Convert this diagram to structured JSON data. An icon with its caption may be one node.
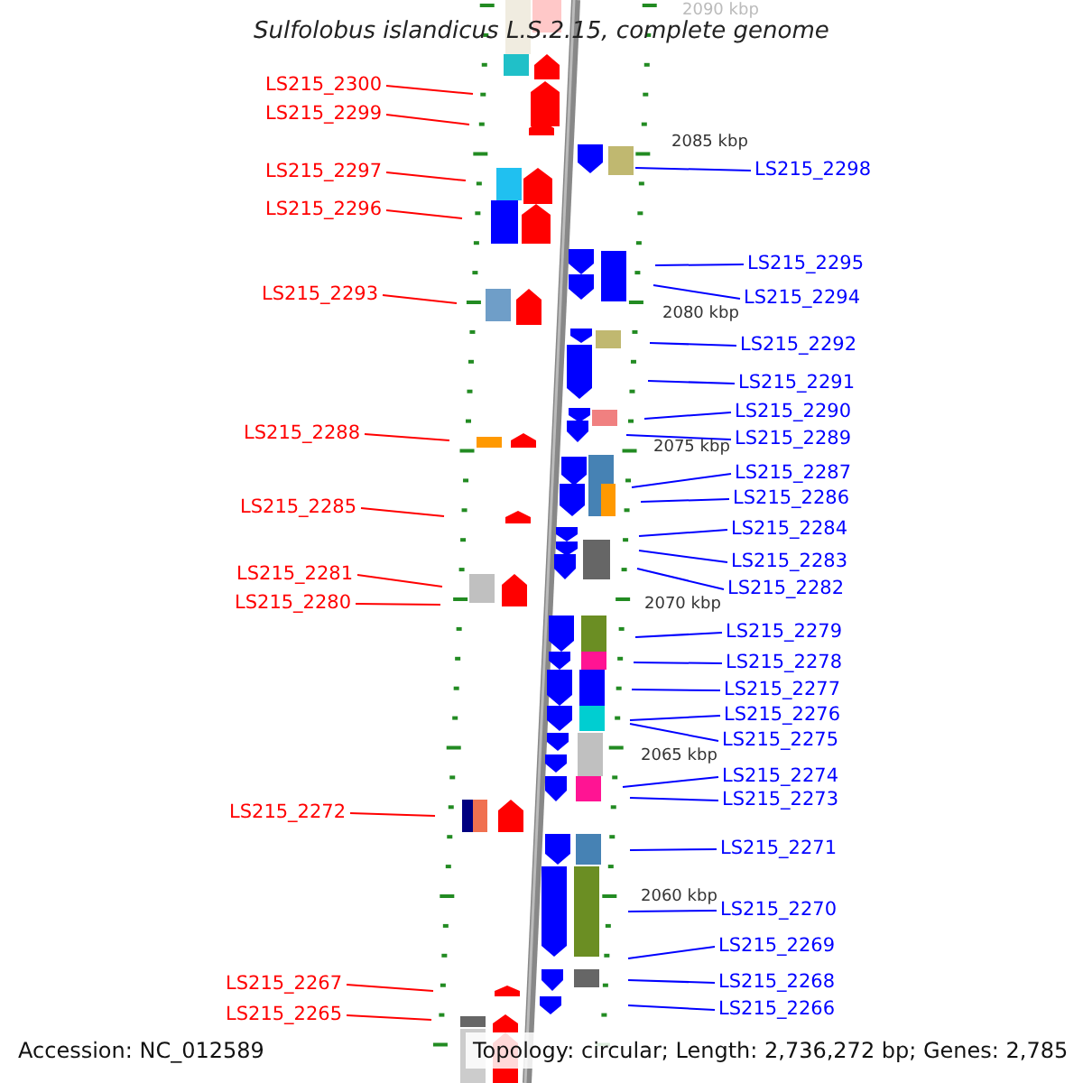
{
  "diagram": {
    "title": "Sulfolobus islandicus L.S.2.15, complete genome",
    "nodes": [
      {
        "text": [
          "LS215_2300"
        ]
      },
      {
        "text": [
          "LS215_2299"
        ]
      },
      {
        "text": [
          "LS215_2298"
        ]
      },
      {
        "text": [
          "LS215_2297"
        ]
      },
      {
        "text": [
          "LS215_2296"
        ]
      },
      {
        "text": [
          "LS215_2295"
        ]
      },
      {
        "text": [
          "LS215_2293"
        ]
      },
      {
        "text": [
          "LS215_2294"
        ]
      },
      {
        "text": [
          "LS215_2292"
        ]
      },
      {
        "text": [
          "LS215_2291"
        ]
      },
      {
        "text": [
          "LS215_2290"
        ]
      },
      {
        "text": [
          "LS215_2288"
        ]
      },
      {
        "text": [
          "LS215_2289"
        ]
      },
      {
        "text": [
          "LS215_2287"
        ]
      },
      {
        "text": [
          "LS215_2286"
        ]
      },
      {
        "text": [
          "LS215_2285"
        ]
      },
      {
        "text": [
          "LS215_2284"
        ]
      },
      {
        "text": [
          "LS215_2283"
        ]
      },
      {
        "text": [
          "LS215_2281"
        ]
      },
      {
        "text": [
          "LS215_2282"
        ]
      },
      {
        "text": [
          "LS215_2280"
        ]
      },
      {
        "text": [
          "LS215_2279"
        ]
      },
      {
        "text": [
          "LS215_2278"
        ]
      },
      {
        "text": [
          "LS215_2277"
        ]
      },
      {
        "text": [
          "LS215_2276"
        ]
      },
      {
        "text": [
          "LS215_2275"
        ]
      },
      {
        "text": [
          "LS215_2274"
        ]
      },
      {
        "text": [
          "LS215_2273"
        ]
      },
      {
        "text": [
          "LS215_2272"
        ]
      },
      {
        "text": [
          "LS215_2271"
        ]
      },
      {
        "text": [
          "LS215_2270"
        ]
      },
      {
        "text": [
          "LS215_2269"
        ]
      },
      {
        "text": [
          "LS215_2268"
        ]
      },
      {
        "text": [
          "LS215_2267"
        ]
      },
      {
        "text": [
          "LS215_2266"
        ]
      },
      {
        "text": [
          "LS215_2265"
        ]
      }
    ],
    "edges": [
      {
        "from": 0,
        "to": null,
        "arrow": "none",
        "color": "#ff0000"
      },
      {
        "from": 1,
        "to": null,
        "arrow": "none",
        "color": "#ff0000"
      },
      {
        "from": 2,
        "to": null,
        "arrow": "none"
      },
      {
        "from": 3,
        "to": null,
        "arrow": "none",
        "color": "#ff0000"
      },
      {
        "from": 4,
        "to": null,
        "arrow": "none",
        "color": "#ff0000"
      },
      {
        "from": 5,
        "to": null,
        "arrow": "none"
      },
      {
        "from": 6,
        "to": null,
        "arrow": "none",
        "color": "#ff0000"
      },
      {
        "from": 7,
        "to": null,
        "arrow": "none"
      },
      {
        "from": 8,
        "to": null,
        "arrow": "none"
      },
      {
        "from": 9,
        "to": null,
        "arrow": "none"
      },
      {
        "from": 10,
        "to": null,
        "arrow": "none"
      },
      {
        "from": 11,
        "to": null,
        "arrow": "none",
        "color": "#ff0000"
      },
      {
        "from": 12,
        "to": null,
        "arrow": "none"
      },
      {
        "from": 13,
        "to": null,
        "arrow": "none"
      },
      {
        "from": 14,
        "to": null,
        "arrow": "none"
      },
      {
        "from": 15,
        "to": null,
        "arrow": "none",
        "color": "#ff0000"
      },
      {
        "from": 16,
        "to": null,
        "arrow": "none"
      },
      {
        "from": 17,
        "to": null,
        "arrow": "none"
      },
      {
        "from": 18,
        "to": null,
        "arrow": "none",
        "color": "#ff0000"
      },
      {
        "from": 19,
        "to": null,
        "arrow": "none"
      },
      {
        "from": 20,
        "to": null,
        "arrow": "none",
        "color": "#ff0000"
      },
      {
        "from": 21,
        "to": null,
        "arrow": "none"
      },
      {
        "from": 22,
        "to": null,
        "arrow": "none"
      },
      {
        "from": 23,
        "to": null,
        "arrow": "none"
      },
      {
        "from": 24,
        "to": null,
        "arrow": "none"
      },
      {
        "from": 25,
        "to": null,
        "arrow": "none"
      },
      {
        "from": 26,
        "to": null,
        "arrow": "none"
      },
      {
        "from": 27,
        "to": null,
        "arrow": "none"
      },
      {
        "from": 28,
        "to": null,
        "arrow": "none",
        "color": "#ff0000"
      },
      {
        "from": 29,
        "to": null,
        "arrow": "none"
      },
      {
        "from": 30,
        "to": null,
        "arrow": "none"
      },
      {
        "from": 31,
        "to": null,
        "arrow": "none"
      },
      {
        "from": 32,
        "to": null,
        "arrow": "none"
      },
      {
        "from": 33,
        "to": null,
        "arrow": "none",
        "color": "#ff0000"
      },
      {
        "from": 34,
        "to": null,
        "arrow": "none"
      },
      {
        "from": 35,
        "to": null,
        "arrow": "none",
        "color": "#ff0000"
      }
    ],
    "labels": [
      "2090 kbp",
      "2085 kbp",
      "2080 kbp",
      "2075 kbp",
      "2070 kbp",
      "2065 kbp",
      "2060 kbp",
      "Accession: NC_012589",
      "Topology: circular; Length: 2,736,272 bp; Genes: 2,785"
    ]
  }
}
